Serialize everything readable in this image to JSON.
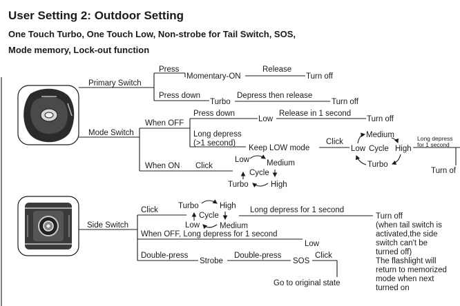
{
  "header": {
    "title": "User Setting 2: Outdoor Setting",
    "subtitle_line1": "One Touch Turbo, One Touch Low, Non-strobe for Tail Switch, SOS,",
    "subtitle_line2": "Mode memory, Lock-out function"
  },
  "primary": {
    "label": "Primary Switch",
    "press": "Press",
    "momentary_on": "Momentary-ON",
    "release": "Release",
    "turn_off_1": "Turn off",
    "press_down": "Press down",
    "turbo": "Turbo",
    "depress_release": "Depress then release",
    "turn_off_2": "Turn off"
  },
  "mode": {
    "label": "Mode Switch",
    "when_off": "When OFF",
    "press_down": "Press down",
    "low": "Low",
    "release_1s": "Release in 1 second",
    "turn_off_1": "Turn off",
    "long_depress": "Long depress",
    "gt_1s": "(>1 second)",
    "keep_low": "Keep LOW mode",
    "click": "Click",
    "cycle_low": "Low",
    "cycle_word": "Cycle",
    "cycle_high": "High",
    "cycle_medium": "Medium",
    "cycle_turbo": "Turbo",
    "long_depress_small1": "Long depress",
    "long_depress_small2": "for 1 second",
    "turn_of_cut": "Turn of",
    "when_on": "When ON",
    "click_on": "Click",
    "on_low": "Low",
    "on_medium": "Medium",
    "on_cycle": "Cycle",
    "on_turbo": "Turbo",
    "on_high": "High"
  },
  "side": {
    "label": "Side Switch",
    "click": "Click",
    "c_turbo": "Turbo",
    "c_high": "High",
    "c_cycle": "Cycle",
    "c_low": "Low",
    "c_medium": "Medium",
    "long_depress_1s": "Long depress for 1 second",
    "note": [
      "Turn off",
      "(when tail switch is",
      "activated,the side",
      "switch can't be",
      "turned off)",
      "The flashlight will",
      "return to memorized",
      "mode when next",
      "turned on"
    ],
    "when_off_long": "When OFF, Long depress for 1 second",
    "low": "Low",
    "double_press_1": "Double-press",
    "strobe": "Strobe",
    "double_press_2": "Double-press",
    "sos": "SOS",
    "click_sos": "Click",
    "go_original": "Go to original state"
  }
}
